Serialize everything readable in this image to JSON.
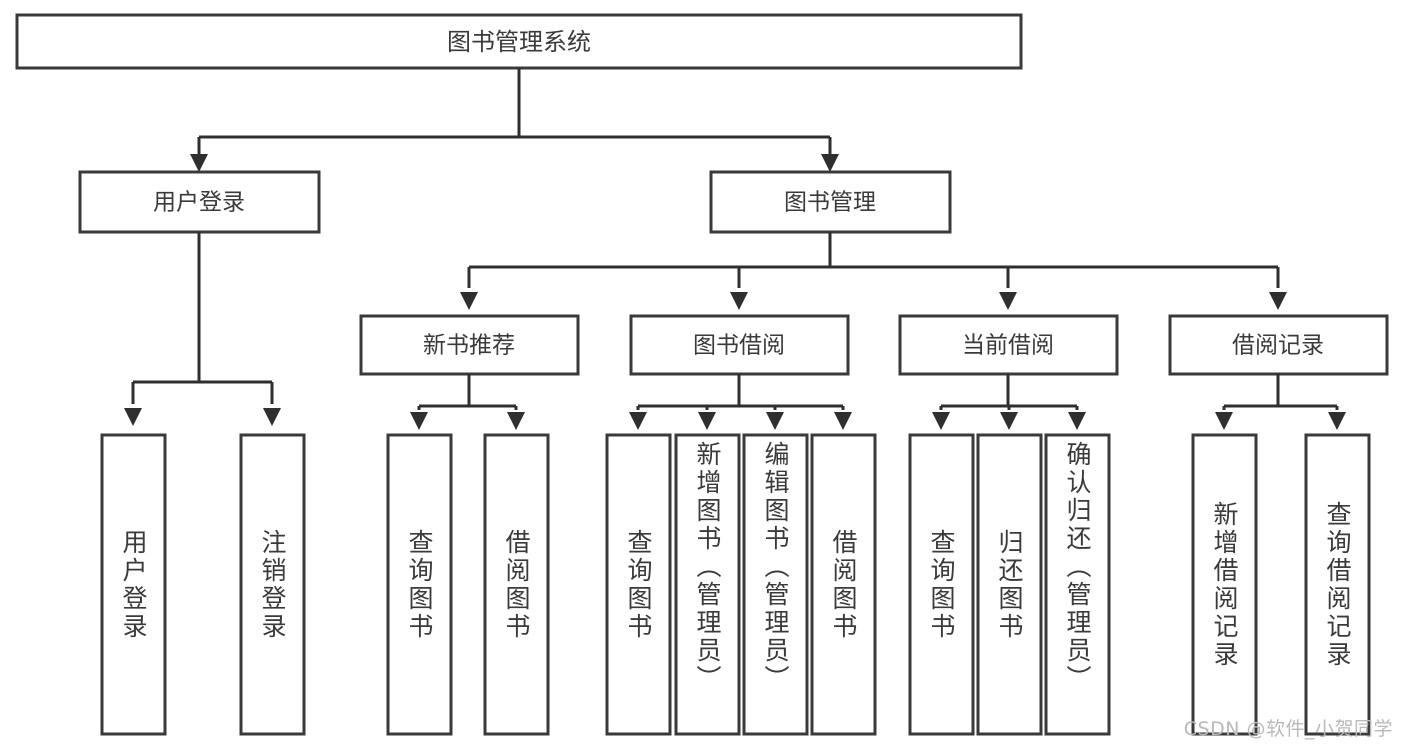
{
  "diagram": {
    "type": "tree-hierarchy",
    "title": "图书管理系统",
    "root": {
      "id": "root",
      "label": "图书管理系统"
    },
    "level1": [
      {
        "id": "user-login",
        "label": "用户登录"
      },
      {
        "id": "book-manage",
        "label": "图书管理"
      }
    ],
    "level2": [
      {
        "id": "new-book-recommend",
        "label": "新书推荐",
        "parent": "book-manage"
      },
      {
        "id": "book-borrow",
        "label": "图书借阅",
        "parent": "book-manage"
      },
      {
        "id": "current-borrow",
        "label": "当前借阅",
        "parent": "book-manage"
      },
      {
        "id": "borrow-record",
        "label": "借阅记录",
        "parent": "book-manage"
      }
    ],
    "leaves": {
      "user-login": [
        {
          "id": "leaf-user-login",
          "label": "用户登录"
        },
        {
          "id": "leaf-logout",
          "label": "注销登录"
        }
      ],
      "new-book-recommend": [
        {
          "id": "leaf-query-book-1",
          "label": "查询图书"
        },
        {
          "id": "leaf-borrow-book-1",
          "label": "借阅图书"
        }
      ],
      "book-borrow": [
        {
          "id": "leaf-query-book-2",
          "label": "查询图书"
        },
        {
          "id": "leaf-add-book",
          "label": "新增图书（管理员）"
        },
        {
          "id": "leaf-edit-book",
          "label": "编辑图书（管理员）"
        },
        {
          "id": "leaf-borrow-book-2",
          "label": "借阅图书"
        }
      ],
      "current-borrow": [
        {
          "id": "leaf-query-book-3",
          "label": "查询图书"
        },
        {
          "id": "leaf-return-book",
          "label": "归还图书"
        },
        {
          "id": "leaf-confirm-return",
          "label": "确认归还（管理员）"
        }
      ],
      "borrow-record": [
        {
          "id": "leaf-add-record",
          "label": "新增借阅记录"
        },
        {
          "id": "leaf-query-record",
          "label": "查询借阅记录"
        }
      ]
    }
  },
  "watermark": {
    "text": "CSDN @软件_小贺同学"
  },
  "colors": {
    "background": "#ffffff",
    "box_fill": "#ffffff",
    "box_stroke": "#3a3a3a",
    "connector": "#2f2f2f",
    "text": "#3a3a3a",
    "watermark": "#b9b9b9"
  }
}
